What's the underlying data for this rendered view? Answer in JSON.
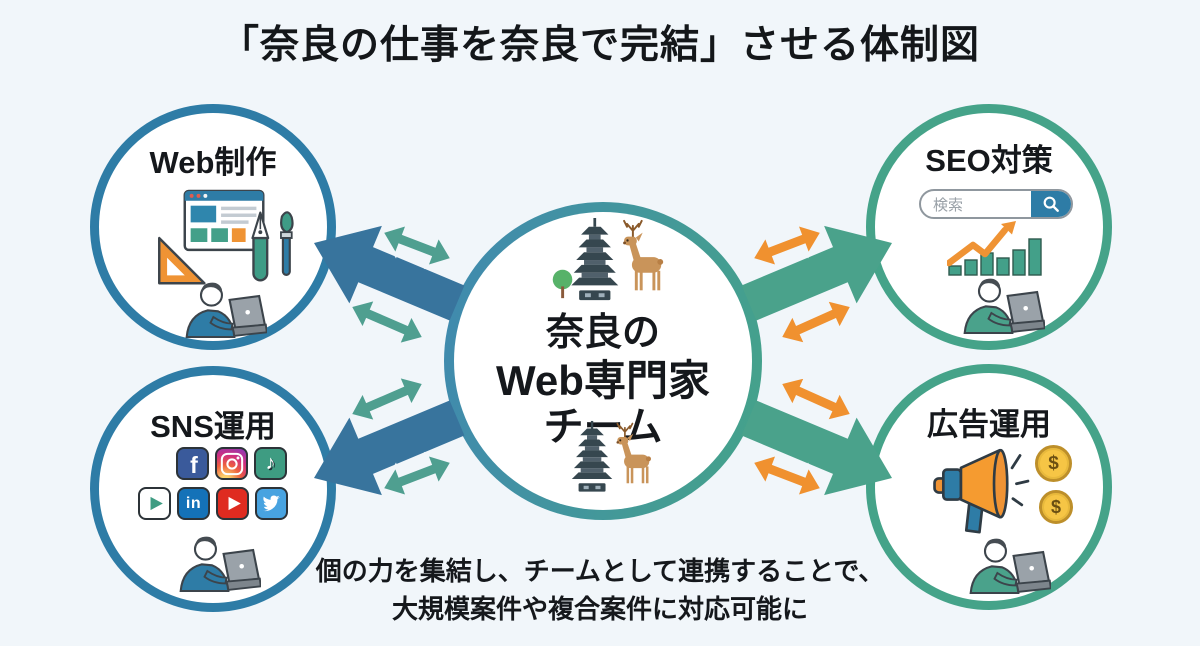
{
  "title": "「奈良の仕事を奈良で完結」させる体制図",
  "center_node": {
    "lines": [
      "奈良の",
      "Web専門家",
      "チーム"
    ]
  },
  "nodes": {
    "web": {
      "label": "Web制作"
    },
    "seo": {
      "label": "SEO対策",
      "search": {
        "placeholder": "検索"
      }
    },
    "sns": {
      "label": "SNS運用",
      "social_icons": [
        {
          "name": "facebook",
          "text": "f"
        },
        {
          "name": "instagram"
        },
        {
          "name": "tiktok",
          "text": "♪"
        },
        {
          "name": "play-button"
        },
        {
          "name": "linkedin",
          "text": "in"
        },
        {
          "name": "youtube"
        },
        {
          "name": "twitter"
        }
      ]
    },
    "ad": {
      "label": "広告運用",
      "coin_symbol": "$"
    }
  },
  "footer": {
    "line1": "個の力を集結し、チームとして連携することで、",
    "line2": "大規模案件や複合案件に対応可能に"
  },
  "colors": {
    "background": "#f1f6fa",
    "title_text": "#14171a",
    "label_text": "#15181c",
    "footer_text": "#15181c",
    "ring_blue": "#2e7ca6",
    "ring_green": "#45a389",
    "center_ring_left": "#4089b0",
    "center_ring_right": "#45a389",
    "arrow_blue": "#38749d",
    "arrow_teal": "#4f9f90",
    "arrow_green": "#4aa28b",
    "arrow_orange": "#f0912f",
    "person_blue": "#2e7ca6",
    "person_green": "#4aa28b"
  }
}
